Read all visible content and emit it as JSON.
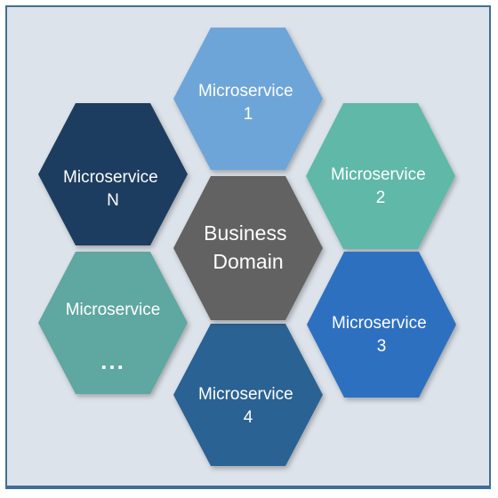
{
  "center": {
    "line1": "Business",
    "line2": "Domain",
    "color": "#626262"
  },
  "hexagons": [
    {
      "line1": "Microservice",
      "line2": "1",
      "color": "#6ea5d8"
    },
    {
      "line1": "Microservice",
      "line2": "2",
      "color": "#5fb8a8"
    },
    {
      "line1": "Microservice",
      "line2": "3",
      "color": "#2d6fc0"
    },
    {
      "line1": "Microservice",
      "line2": "4",
      "color": "#2c6293"
    },
    {
      "line1": "Microservice",
      "line2": "...",
      "color": "#5fa7a1"
    },
    {
      "line1": "Microservice",
      "line2": "N",
      "color": "#1a3d5e"
    }
  ],
  "frame": {
    "background": "#dde3ea",
    "border": "#3f6e99"
  }
}
